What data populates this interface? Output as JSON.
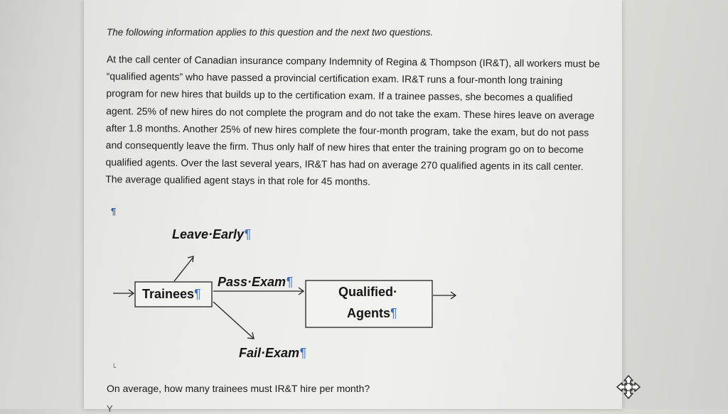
{
  "document": {
    "intro": "The following information applies to this question and the next two questions.",
    "paragraph": "At the call center of Canadian insurance company Indemnity of Regina & Thompson (IR&T), all workers must be “qualified agents” who have passed a provincial certification exam. IR&T runs a four-month long training program for new hires that builds up to the certification exam. If a trainee passes, she becomes a qualified agent. 25% of new hires do not complete the program and do not take the exam. These hires leave on average after 1.8 months. Another 25% of new hires complete the four-month program, take the exam, but do not pass and consequently leave the firm. Thus only half of new hires that enter the training program go on to become qualified agents. Over the last several years, IR&T has had on average 270 qualified agents in its call center. The average qualified agent stays in that role for 45 months.",
    "pilcrow": "¶",
    "question": "On average, how many trainees must IR&T hire per month?",
    "next_line_partial": "Y"
  },
  "diagram": {
    "leave_early": "Leave·Early",
    "trainees": "Trainees",
    "pass_exam": "Pass·Exam",
    "qualified_line1": "Qualified·",
    "qualified_line2": "Agents",
    "fail_exam": "Fail·Exam",
    "pilcrow": "¶"
  },
  "small_mark": "└"
}
